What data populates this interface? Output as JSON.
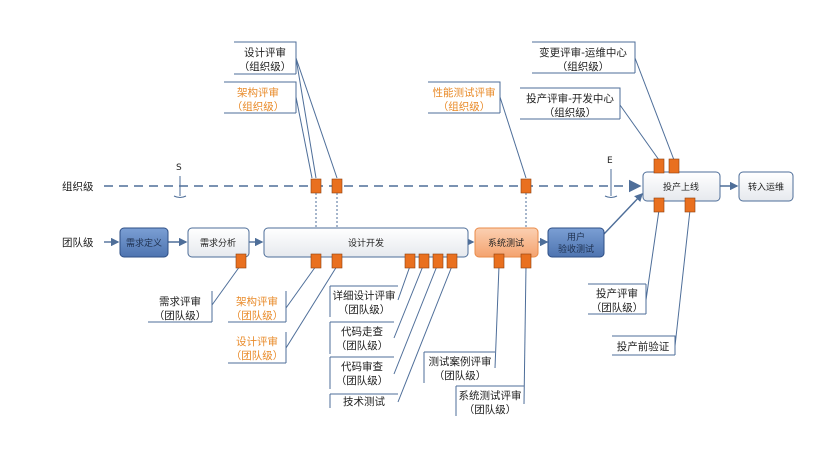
{
  "rows": {
    "org_level": "组织级",
    "team_level": "团队级",
    "s_marker": "S",
    "e_marker": "E"
  },
  "stages": {
    "req_def": "需求定义",
    "req_analysis": "需求分析",
    "design_dev": "设计开发",
    "system_test": "系统测试",
    "user_acceptance_1": "用户",
    "user_acceptance_2": "验收测试",
    "go_live": "投产上线",
    "to_ops": "转入运维"
  },
  "callouts": {
    "design_review_org": [
      "设计评审",
      "（组织级）"
    ],
    "arch_review_org": [
      "架构评审",
      "（组织级）"
    ],
    "perf_test_review_org": [
      "性能测试评审",
      "（组织级）"
    ],
    "change_review_ops_org": [
      "变更评审-运维中心",
      "（组织级）"
    ],
    "golive_review_dev_org": [
      "投产评审-开发中心",
      "（组织级）"
    ],
    "req_review_team": [
      "需求评审",
      "（团队级）"
    ],
    "arch_review_team": [
      "架构评审",
      "（团队级）"
    ],
    "design_review_team": [
      "设计评审",
      "（团队级）"
    ],
    "detail_design_review_team": [
      "详细设计评审",
      "（团队级）"
    ],
    "code_walkthrough_team": [
      "代码走查",
      "（团队级）"
    ],
    "code_review_team": [
      "代码审查",
      "（团队级）"
    ],
    "tech_test": [
      "技术测试"
    ],
    "test_case_review_team": [
      "测试案例评审",
      "（团队级）"
    ],
    "system_test_review_team": [
      "系统测试评审",
      "（团队级）"
    ],
    "golive_review_team": [
      "投产评审",
      "（团队级）"
    ],
    "pre_golive_verification": [
      "投产前验证"
    ]
  },
  "colors": {
    "orange_gate": "#e9701f",
    "blue_stage": "#5f87c2",
    "peach_stage": "#f7b88f",
    "highlight_text": "#e98b2a",
    "line": "#4e6e99"
  }
}
